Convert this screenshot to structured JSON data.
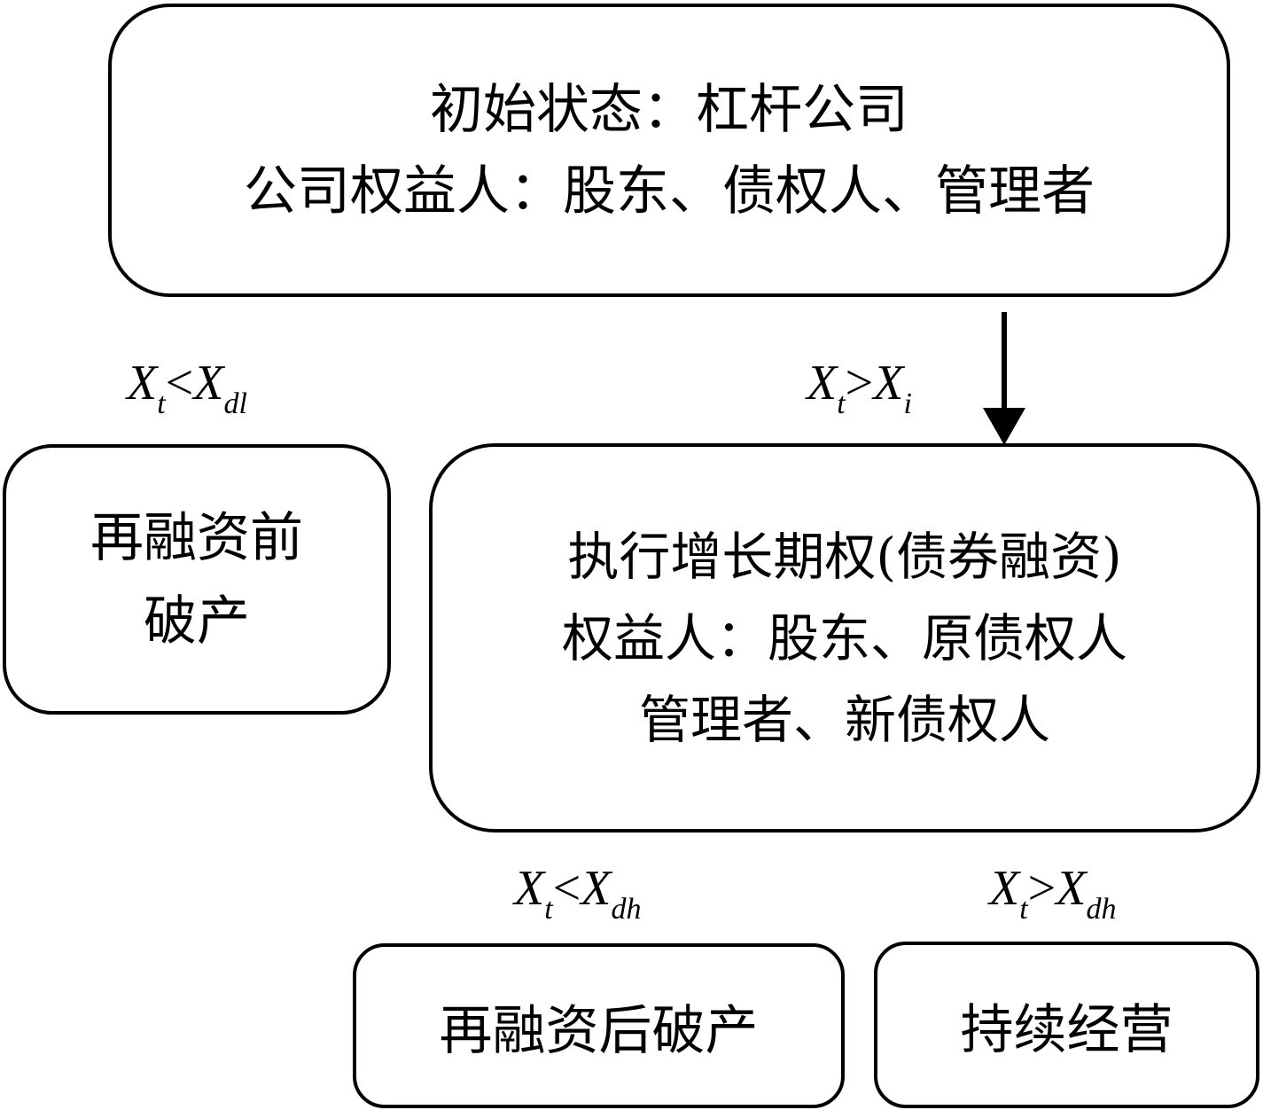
{
  "nodes": {
    "initial": {
      "lines": [
        "初始状态：杠杆公司",
        "公司权益人：股东、债权人、管理者"
      ]
    },
    "pre_refinancing_bankruptcy": {
      "lines": [
        "再融资前",
        "破产"
      ]
    },
    "exercise_growth_option": {
      "lines": [
        "执行增长期权(债券融资)",
        "权益人：股东、原债权人",
        "管理者、新债权人"
      ]
    },
    "post_refinancing_bankruptcy": {
      "lines": [
        "再融资后破产"
      ]
    },
    "continue_operation": {
      "lines": [
        "持续经营"
      ]
    }
  },
  "conditions": {
    "pre_bankruptcy": {
      "lhs": "X",
      "lhs_sub": "t",
      "op": "<",
      "rhs": "X",
      "rhs_sub": "dl"
    },
    "exercise": {
      "lhs": "X",
      "lhs_sub": "t",
      "op": ">",
      "rhs": "X",
      "rhs_sub": "i"
    },
    "post_bankruptcy": {
      "lhs": "X",
      "lhs_sub": "t",
      "op": "<",
      "rhs": "X",
      "rhs_sub": "dh"
    },
    "continue": {
      "lhs": "X",
      "lhs_sub": "t",
      "op": ">",
      "rhs": "X",
      "rhs_sub": "dh"
    }
  },
  "edges": [
    {
      "from": "initial",
      "to": "exercise_growth_option"
    }
  ],
  "colors": {
    "stroke": "#000000",
    "background": "#ffffff"
  }
}
